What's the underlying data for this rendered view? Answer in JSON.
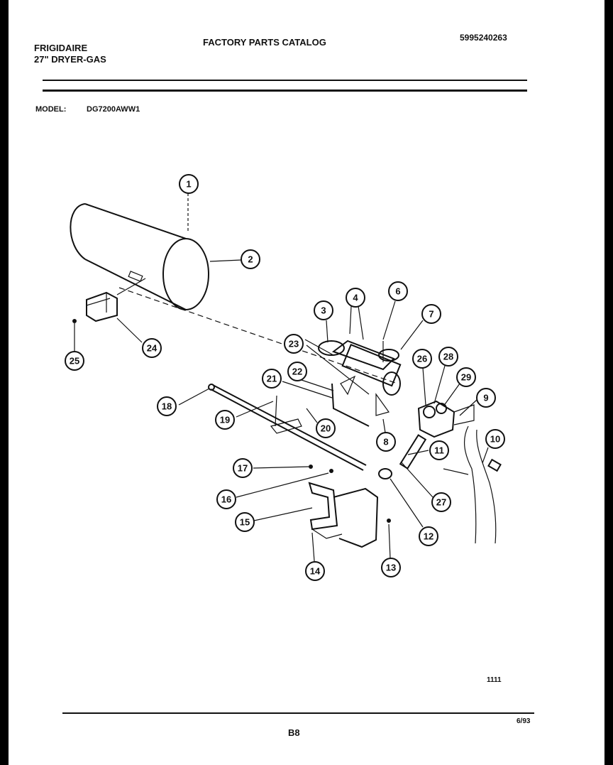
{
  "header": {
    "brand": "FRIGIDAIRE",
    "product": "27\" DRYER-GAS",
    "catalog_title": "FACTORY PARTS CATALOG",
    "catalog_number": "5995240263"
  },
  "model": {
    "label": "MODEL:",
    "value": "DG7200AWW1"
  },
  "diagram": {
    "callouts": [
      "1",
      "2",
      "3",
      "4",
      "6",
      "7",
      "23",
      "26",
      "28",
      "29",
      "9",
      "22",
      "21",
      "18",
      "19",
      "20",
      "8",
      "11",
      "10",
      "17",
      "16",
      "15",
      "27",
      "12",
      "14",
      "13",
      "24",
      "25"
    ]
  },
  "footer": {
    "figure_code": "1111",
    "page": "B8",
    "revision_date": "6/93"
  }
}
